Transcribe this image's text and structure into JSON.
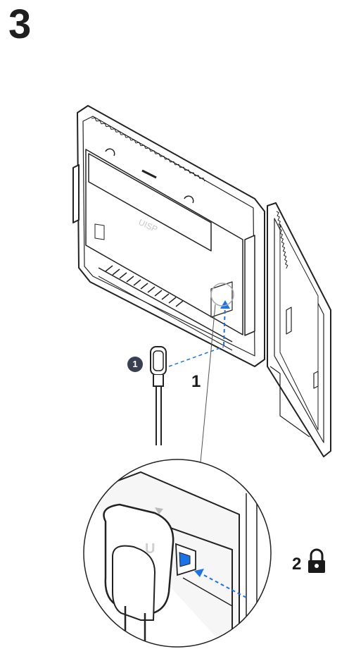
{
  "step": {
    "number": "3"
  },
  "callouts": {
    "badge": "1",
    "label_1": "1",
    "label_2": "2"
  },
  "icons": {
    "lock": "lock-icon",
    "connector": "usb-c-connector-icon"
  },
  "colors": {
    "ink": "#1f1f1f",
    "arrow": "#1a73e8",
    "badge": "#3a3f52"
  }
}
